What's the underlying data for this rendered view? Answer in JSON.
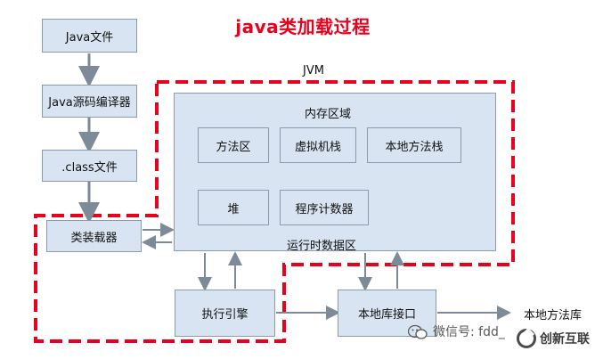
{
  "title": "java类加载过程",
  "jvm_label": "JVM",
  "boxes": {
    "java_file": "Java文件",
    "compiler": "Java源码编译器",
    "class_file": ".class文件",
    "class_loader": "类装载器",
    "exec_engine": "执行引擎",
    "native_interface": "本地库接口",
    "native_lib": "本地方法库"
  },
  "runtime_area": {
    "memory_label": "内存区域",
    "method_area": "方法区",
    "vm_stack": "虚拟机栈",
    "native_stack": "本地方法栈",
    "heap": "堆",
    "pc_counter": "程序计数器",
    "runtime_label": "运行时数据区"
  },
  "watermark": {
    "wechat": "微信号: fdd_",
    "brand": "创新互联",
    "icon": "wechat-icon"
  },
  "colors": {
    "title": "#e8001c",
    "dash": "#e8001c",
    "box_fill": "#d8e4f1",
    "box_border": "#8a9bad",
    "arrow": "#7d8a98"
  }
}
